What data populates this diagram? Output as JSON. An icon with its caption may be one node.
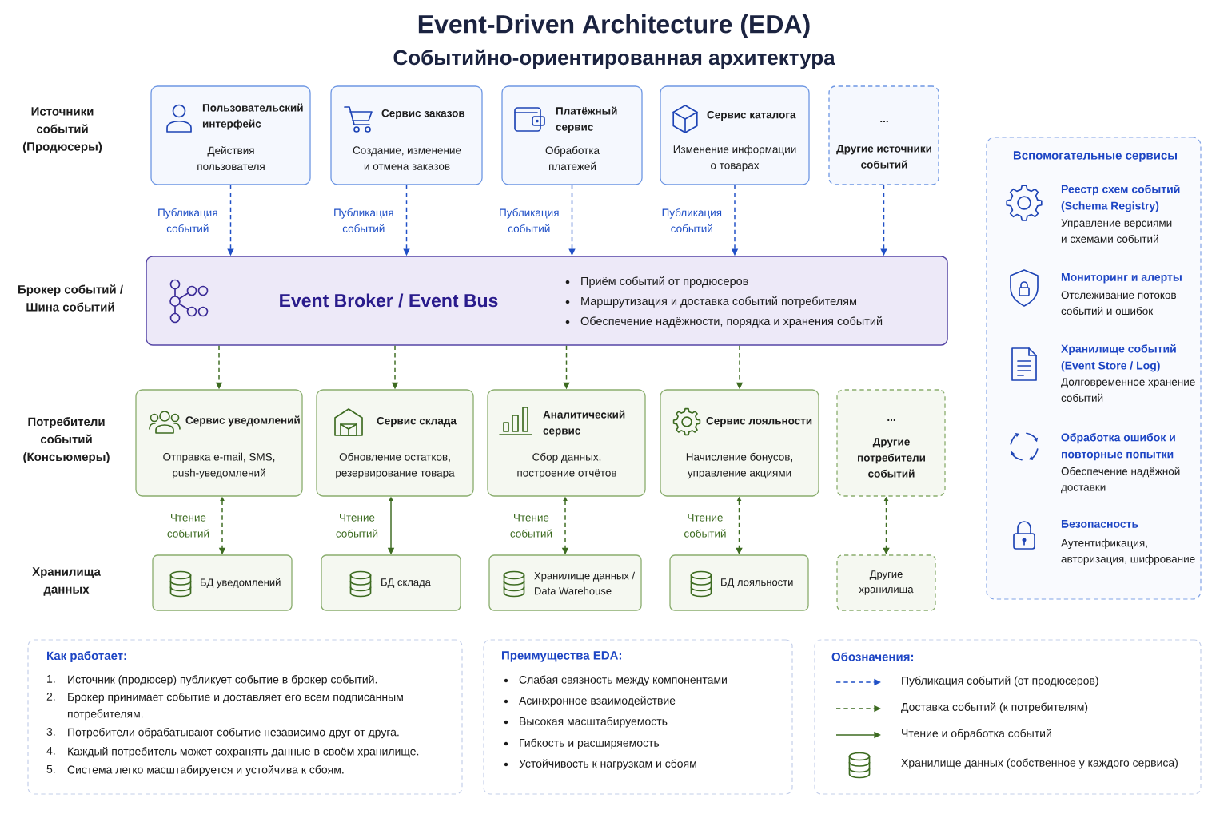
{
  "diagram": {
    "title": "Event-Driven Architecture (EDA)",
    "nodes": [
      {
        "text": [
          "Пользовательский интерфейс",
          "Действия пользователя"
        ]
      },
      {
        "text": [
          "Сервис заказов",
          "Создание, изменение и отмена заказов"
        ]
      },
      {
        "text": [
          "Платёжный сервис",
          "Обработка платежей"
        ]
      },
      {
        "text": [
          "Сервис каталога",
          "Изменение информации о товарах"
        ]
      },
      {
        "text": [
          "...",
          "Другие источники событий"
        ]
      },
      {
        "text": [
          "Event Broker / Event Bus",
          "Приём событий от продюсеров",
          "Маршрутизация и доставка событий потребителям",
          "Обеспечение надёжности, порядка и хранения событий"
        ]
      },
      {
        "text": [
          "Сервис уведомлений",
          "Отправка e-mail, SMS, push-уведомлений"
        ]
      },
      {
        "text": [
          "Сервис склада",
          "Обновление остатков, резервирование товара"
        ]
      },
      {
        "text": [
          "Аналитический сервис",
          "Сбор данных, построение отчётов"
        ]
      },
      {
        "text": [
          "Сервис лояльности",
          "Начисление бонусов, управление акциями"
        ]
      },
      {
        "text": [
          "...",
          "Другие потребители событий"
        ]
      },
      {
        "text": [
          "БД уведомлений"
        ]
      },
      {
        "text": [
          "БД склада"
        ]
      },
      {
        "text": [
          "Хранилище данных / Data Warehouse"
        ]
      },
      {
        "text": [
          "БД лояльности"
        ]
      },
      {
        "text": [
          "Другие хранилища"
        ]
      },
      {
        "text": [
          "Вспомогательные сервисы",
          "Реестр схем событий (Schema Registry)",
          "Управление версиями и схемами событий",
          "Мониторинг и алерты",
          "Отслеживание потоков событий и ошибок",
          "Хранилище событий (Event Store / Log)",
          "Долговременное хранение событий",
          "Обработка ошибок и повторные попытки",
          "Обеспечение надёжной доставки",
          "Безопасность",
          "Аутентификация, авторизация, шифрование"
        ]
      },
      {
        "text": [
          "Как работает:",
          "1.",
          "Источник (продюсер) публикует событие в брокер событий.",
          "2.",
          "Брокер принимает событие и доставляет его всем подписанным потребителям.",
          "3.",
          "Потребители обрабатывают событие независимо друг от друга.",
          "4.",
          "Каждый потребитель может сохранять данные в своём хранилище.",
          "5.",
          "Система легко масштабируется и устойчива к сбоям."
        ]
      },
      {
        "text": [
          "Преимущества EDA:",
          "Слабая связность между компонентами",
          "Асинхронное взаимодействие",
          "Высокая масштабируемость",
          "Гибкость и расширяемость",
          "Устойчивость к нагрузкам и сбоям"
        ]
      },
      {
        "text": [
          "Обозначения:"
        ]
      }
    ],
    "edges": [
      {
        "from": 0,
        "to": 5,
        "arrow": "to",
        "label": "Публикация событий",
        "style": "dashed",
        "color": "#1f4fc6"
      },
      {
        "from": 1,
        "to": 5,
        "arrow": "to",
        "label": "Публикация событий",
        "style": "dashed",
        "color": "#1f4fc6"
      },
      {
        "from": 2,
        "to": 5,
        "arrow": "to",
        "label": "Публикация событий",
        "style": "dashed",
        "color": "#1f4fc6"
      },
      {
        "from": 3,
        "to": 5,
        "arrow": "to",
        "label": "Публикация событий",
        "style": "dashed",
        "color": "#1f4fc6"
      },
      {
        "from": 4,
        "to": 5,
        "arrow": "to",
        "style": "dashed",
        "color": "#1f4fc6"
      },
      {
        "from": 5,
        "to": 6,
        "arrow": "to",
        "style": "dashed"
      },
      {
        "from": 5,
        "to": 7,
        "arrow": "to",
        "style": "dashed"
      },
      {
        "from": 5,
        "to": 8,
        "arrow": "to",
        "style": "dashed"
      },
      {
        "from": 5,
        "to": 9,
        "arrow": "to",
        "style": "dashed"
      },
      {
        "from": 6,
        "to": 11,
        "arrow": "both",
        "label": "Чтение событий",
        "style": "dashed"
      },
      {
        "from": 7,
        "to": 12,
        "arrow": "both",
        "label": "Чтение событий"
      },
      {
        "from": 8,
        "to": 13,
        "arrow": "both",
        "label": "Чтение событий",
        "style": "dashed"
      },
      {
        "from": 9,
        "to": 14,
        "arrow": "both",
        "label": "Чтение событий",
        "style": "dashed"
      },
      {
        "from": 10,
        "to": 15,
        "arrow": "both",
        "style": "dashed"
      }
    ],
    "labels": [
      "Событийно-ориентированная архитектура",
      "Источники событий (Продюсеры)",
      "Брокер событий / Шина событий",
      "Потребители событий (Консьюмеры)",
      "Хранилища данных"
    ],
    "legend": [
      {
        "text": "Публикация событий (от продюсеров)"
      },
      {
        "text": "Доставка событий (к потребителям)"
      },
      {
        "text": "Чтение и обработка событий"
      },
      {
        "text": "Хранилище данных (собственное у каждого сервиса)"
      }
    ]
  }
}
